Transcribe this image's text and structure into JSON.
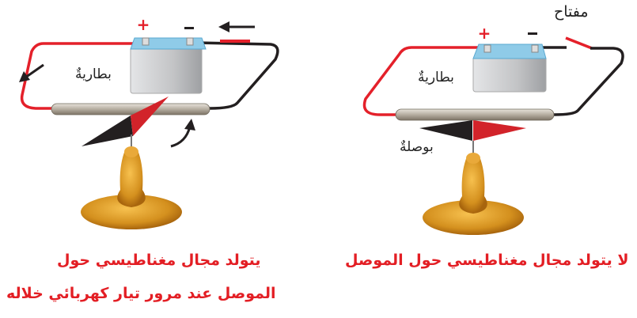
{
  "colors": {
    "wire_positive": "#e4202a",
    "wire_negative": "#231f20",
    "compass_north": "#d2232a",
    "compass_south": "#231f20",
    "stand": "#d4901e",
    "battery_top": "#8fcbe8",
    "battery_body": "#c9cacc"
  },
  "left_panel": {
    "battery_label": "بطاريةٌ",
    "plus_sign": "+",
    "minus_sign": "–",
    "caption_line1": "يتولد مجال مغناطيسي حول",
    "caption_line2": "الموصل عند مرور تيار كهربائي خلاله",
    "icons": [
      "current-arrow-icon",
      "deflection-arrow-icon"
    ]
  },
  "right_panel": {
    "battery_label": "بطاريةٌ",
    "switch_label": "مفتاح",
    "compass_label": "بوصلةٌ",
    "plus_sign": "+",
    "minus_sign": "–",
    "caption": "لا يتولد مجال مغناطيسي حول الموصل"
  }
}
